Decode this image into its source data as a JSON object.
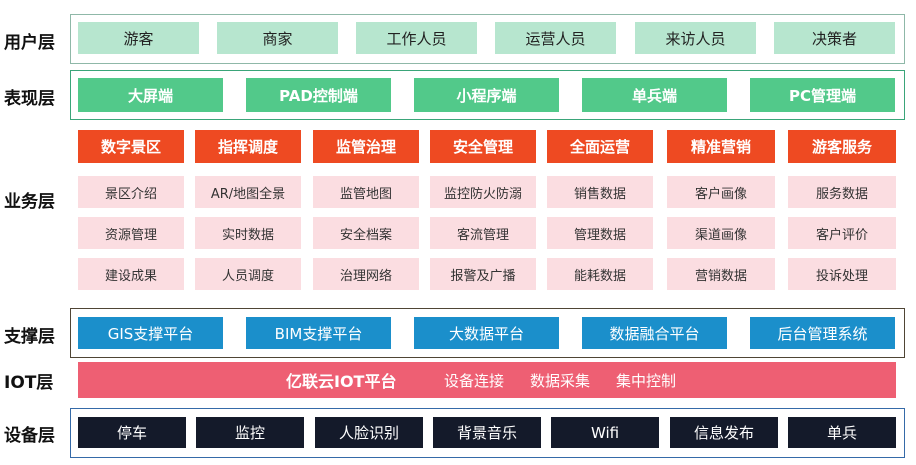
{
  "layers": {
    "user": "用户层",
    "presentation": "表现层",
    "business": "业务层",
    "support": "支撑层",
    "iot": "IOT层",
    "device": "设备层"
  },
  "user_layer": [
    "游客",
    "商家",
    "工作人员",
    "运营人员",
    "来访人员",
    "决策者"
  ],
  "presentation_layer": [
    "大屏端",
    "PAD控制端",
    "小程序端",
    "单兵端",
    "PC管理端"
  ],
  "business_layer": [
    {
      "title": "数字景区",
      "items": [
        "景区介绍",
        "资源管理",
        "建设成果"
      ]
    },
    {
      "title": "指挥调度",
      "items": [
        "AR/地图全景",
        "实时数据",
        "人员调度"
      ]
    },
    {
      "title": "监管治理",
      "items": [
        "监管地图",
        "安全档案",
        "治理网络"
      ]
    },
    {
      "title": "安全管理",
      "items": [
        "监控防火防溺",
        "客流管理",
        "报警及广播"
      ]
    },
    {
      "title": "全面运营",
      "items": [
        "销售数据",
        "管理数据",
        "能耗数据"
      ]
    },
    {
      "title": "精准营销",
      "items": [
        "客户画像",
        "渠道画像",
        "营销数据"
      ]
    },
    {
      "title": "游客服务",
      "items": [
        "服务数据",
        "客户评价",
        "投诉处理"
      ]
    }
  ],
  "support_layer": [
    "GIS支撑平台",
    "BIM支撑平台",
    "大数据平台",
    "数据融合平台",
    "后台管理系统"
  ],
  "iot_layer": {
    "title": "亿联云IOT平台",
    "features": [
      "设备连接",
      "数据采集",
      "集中控制"
    ]
  },
  "device_layer": [
    "停车",
    "监控",
    "人脸识别",
    "背景音乐",
    "Wifi",
    "信息发布",
    "单兵"
  ],
  "colors": {
    "user_box": "#b7e6cf",
    "presentation_box": "#52c98a",
    "category_box": "#ee4a22",
    "item_box": "#fbdde1",
    "support_box": "#1b8fcb",
    "iot_bar": "#ee5f73",
    "device_box": "#141a2a"
  }
}
